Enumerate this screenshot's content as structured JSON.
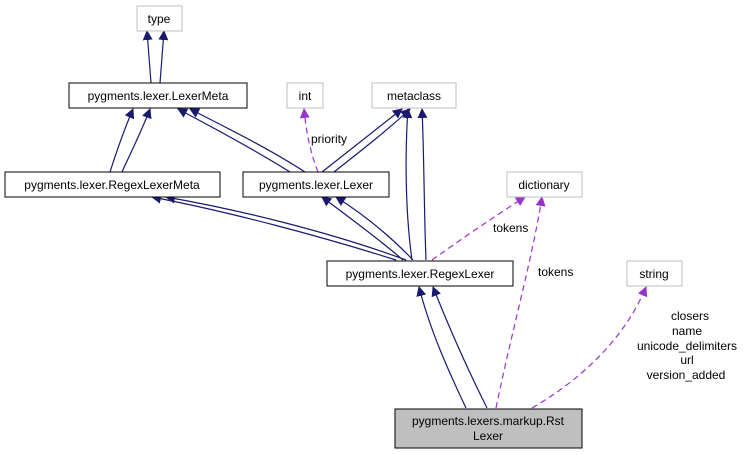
{
  "diagram": {
    "colors": {
      "inherit_edge": "#191970",
      "usage_edge": "#9a32cd",
      "node_border_main": "#000000",
      "node_border_ext": "#bfbfbf",
      "node_fill": "#ffffff",
      "node_fill_highlight": "#bfbfbf"
    },
    "nodes": {
      "type": "type",
      "lexermeta": "pygments.lexer.LexerMeta",
      "int": "int",
      "metaclass": "metaclass",
      "regexlexermeta": "pygments.lexer.RegexLexerMeta",
      "lexer": "pygments.lexer.Lexer",
      "dictionary": "dictionary",
      "regexlexer": "pygments.lexer.RegexLexer",
      "string": "string",
      "rst_line1": "pygments.lexers.markup.Rst",
      "rst_line2": "Lexer"
    },
    "edge_labels": {
      "priority": "priority",
      "tokens_regexlexer": "tokens",
      "tokens_rst": "tokens",
      "string_attrs": [
        "closers",
        "name",
        "unicode_delimiters",
        "url",
        "version_added"
      ]
    }
  }
}
